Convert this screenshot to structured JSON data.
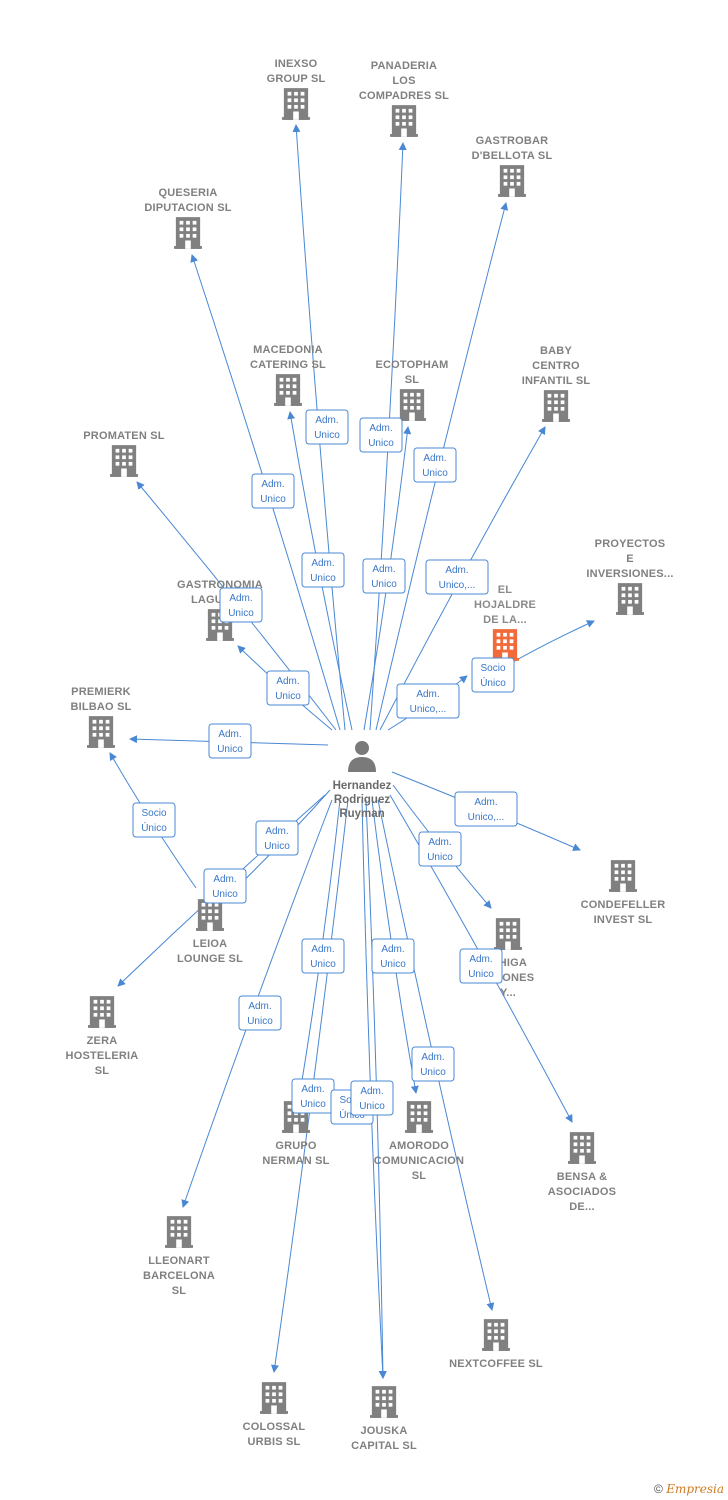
{
  "center": {
    "name": [
      "Hernandez",
      "Rodriguez",
      "Ruyman"
    ]
  },
  "colors": {
    "edge": "#4a88d4",
    "building": "#808080",
    "highlight": "#f06a3a"
  },
  "companies": [
    {
      "id": "inexso",
      "lines": [
        "INEXSO",
        "GROUP SL"
      ]
    },
    {
      "id": "panaderia",
      "lines": [
        "PANADERIA",
        "LOS",
        "COMPADRES SL"
      ]
    },
    {
      "id": "gastrobar",
      "lines": [
        "GASTROBAR",
        "D'BELLOTA SL"
      ]
    },
    {
      "id": "queseria",
      "lines": [
        "QUESERIA",
        "DIPUTACION SL"
      ]
    },
    {
      "id": "macedonia",
      "lines": [
        "MACEDONIA",
        "CATERING  SL"
      ]
    },
    {
      "id": "ecotopham",
      "lines": [
        "ECOTOPHAM",
        "SL"
      ]
    },
    {
      "id": "baby",
      "lines": [
        "BABY",
        "CENTRO",
        "INFANTIL SL"
      ]
    },
    {
      "id": "promaten",
      "lines": [
        "PROMATEN  SL"
      ]
    },
    {
      "id": "proyectos",
      "lines": [
        "PROYECTOS",
        "E",
        "INVERSIONES..."
      ]
    },
    {
      "id": "hojaldre",
      "lines": [
        "EL",
        "HOJALDRE",
        "DE LA..."
      ],
      "highlight": true
    },
    {
      "id": "gastronomia",
      "lines": [
        "GASTRONOMIA",
        "LAGUNA..."
      ]
    },
    {
      "id": "premierk",
      "lines": [
        "PREMIERK",
        "BILBAO  SL"
      ]
    },
    {
      "id": "condefeller",
      "lines": [
        "CONDEFELLER",
        "INVEST  SL"
      ]
    },
    {
      "id": "leioa",
      "lines": [
        "LEIOA",
        "LOUNGE SL"
      ]
    },
    {
      "id": "higa",
      "lines": [
        "...HIGA",
        "...SIONES",
        "Y..."
      ]
    },
    {
      "id": "zera",
      "lines": [
        "ZERA",
        "HOSTELERIA",
        "SL"
      ]
    },
    {
      "id": "grupo",
      "lines": [
        "GRUPO",
        "NERMAN  SL"
      ]
    },
    {
      "id": "amorodo",
      "lines": [
        "AMORODO",
        "COMUNICACION",
        "SL"
      ]
    },
    {
      "id": "bensa",
      "lines": [
        "BENSA &",
        "ASOCIADOS",
        "DE..."
      ]
    },
    {
      "id": "lleonart",
      "lines": [
        "LLEONART",
        "BARCELONA",
        "SL"
      ]
    },
    {
      "id": "nextcoffee",
      "lines": [
        "NEXTCOFFEE SL"
      ]
    },
    {
      "id": "colossal",
      "lines": [
        "COLOSSAL",
        "URBIS  SL"
      ]
    },
    {
      "id": "jouska",
      "lines": [
        "JOUSKA",
        "CAPITAL  SL"
      ]
    }
  ],
  "edge_labels": [
    {
      "id": "e-inexso",
      "lines": [
        "Adm.",
        "Unico"
      ]
    },
    {
      "id": "e-panaderia",
      "lines": [
        "Adm.",
        "Unico"
      ]
    },
    {
      "id": "e-gastrobar",
      "lines": [
        "Adm.",
        "Unico"
      ]
    },
    {
      "id": "e-queseria",
      "lines": [
        "Adm.",
        "Unico"
      ]
    },
    {
      "id": "e-macedonia",
      "lines": [
        "Adm.",
        "Unico"
      ]
    },
    {
      "id": "e-ecotopham",
      "lines": [
        "Adm.",
        "Unico"
      ]
    },
    {
      "id": "e-baby",
      "lines": [
        "Adm.",
        "Unico,..."
      ]
    },
    {
      "id": "e-promaten",
      "lines": [
        "Adm.",
        "Unico"
      ]
    },
    {
      "id": "e-gastronomia",
      "lines": [
        "Adm.",
        "Unico"
      ]
    },
    {
      "id": "e-hojaldre",
      "lines": [
        "Adm.",
        "Unico,..."
      ]
    },
    {
      "id": "e-proyectos",
      "lines": [
        "Socio",
        "Único"
      ]
    },
    {
      "id": "e-premierk",
      "lines": [
        "Adm.",
        "Unico"
      ]
    },
    {
      "id": "e-leioa-premierk",
      "lines": [
        "Socio",
        "Único"
      ]
    },
    {
      "id": "e-leioa",
      "lines": [
        "Adm.",
        "Unico"
      ]
    },
    {
      "id": "e-zera",
      "lines": [
        "Adm.",
        "Unico"
      ]
    },
    {
      "id": "e-condefeller",
      "lines": [
        "Adm.",
        "Unico,..."
      ]
    },
    {
      "id": "e-higa",
      "lines": [
        "Adm.",
        "Unico"
      ]
    },
    {
      "id": "e-bensa",
      "lines": [
        "Adm.",
        "Unico"
      ]
    },
    {
      "id": "e-lleonart",
      "lines": [
        "Adm.",
        "Unico"
      ]
    },
    {
      "id": "e-grupo",
      "lines": [
        "Adm.",
        "Unico"
      ]
    },
    {
      "id": "e-amorodo",
      "lines": [
        "Adm.",
        "Unico"
      ]
    },
    {
      "id": "e-colossal",
      "lines": [
        "Adm.",
        "Unico"
      ]
    },
    {
      "id": "e-jouska-socio",
      "lines": [
        "Socio",
        "Único"
      ]
    },
    {
      "id": "e-jouska",
      "lines": [
        "Adm.",
        "Unico"
      ]
    },
    {
      "id": "e-nextcoffee",
      "lines": [
        "Adm.",
        "Unico"
      ]
    }
  ],
  "footer": {
    "copyright": "©",
    "brand": "Empresia"
  }
}
